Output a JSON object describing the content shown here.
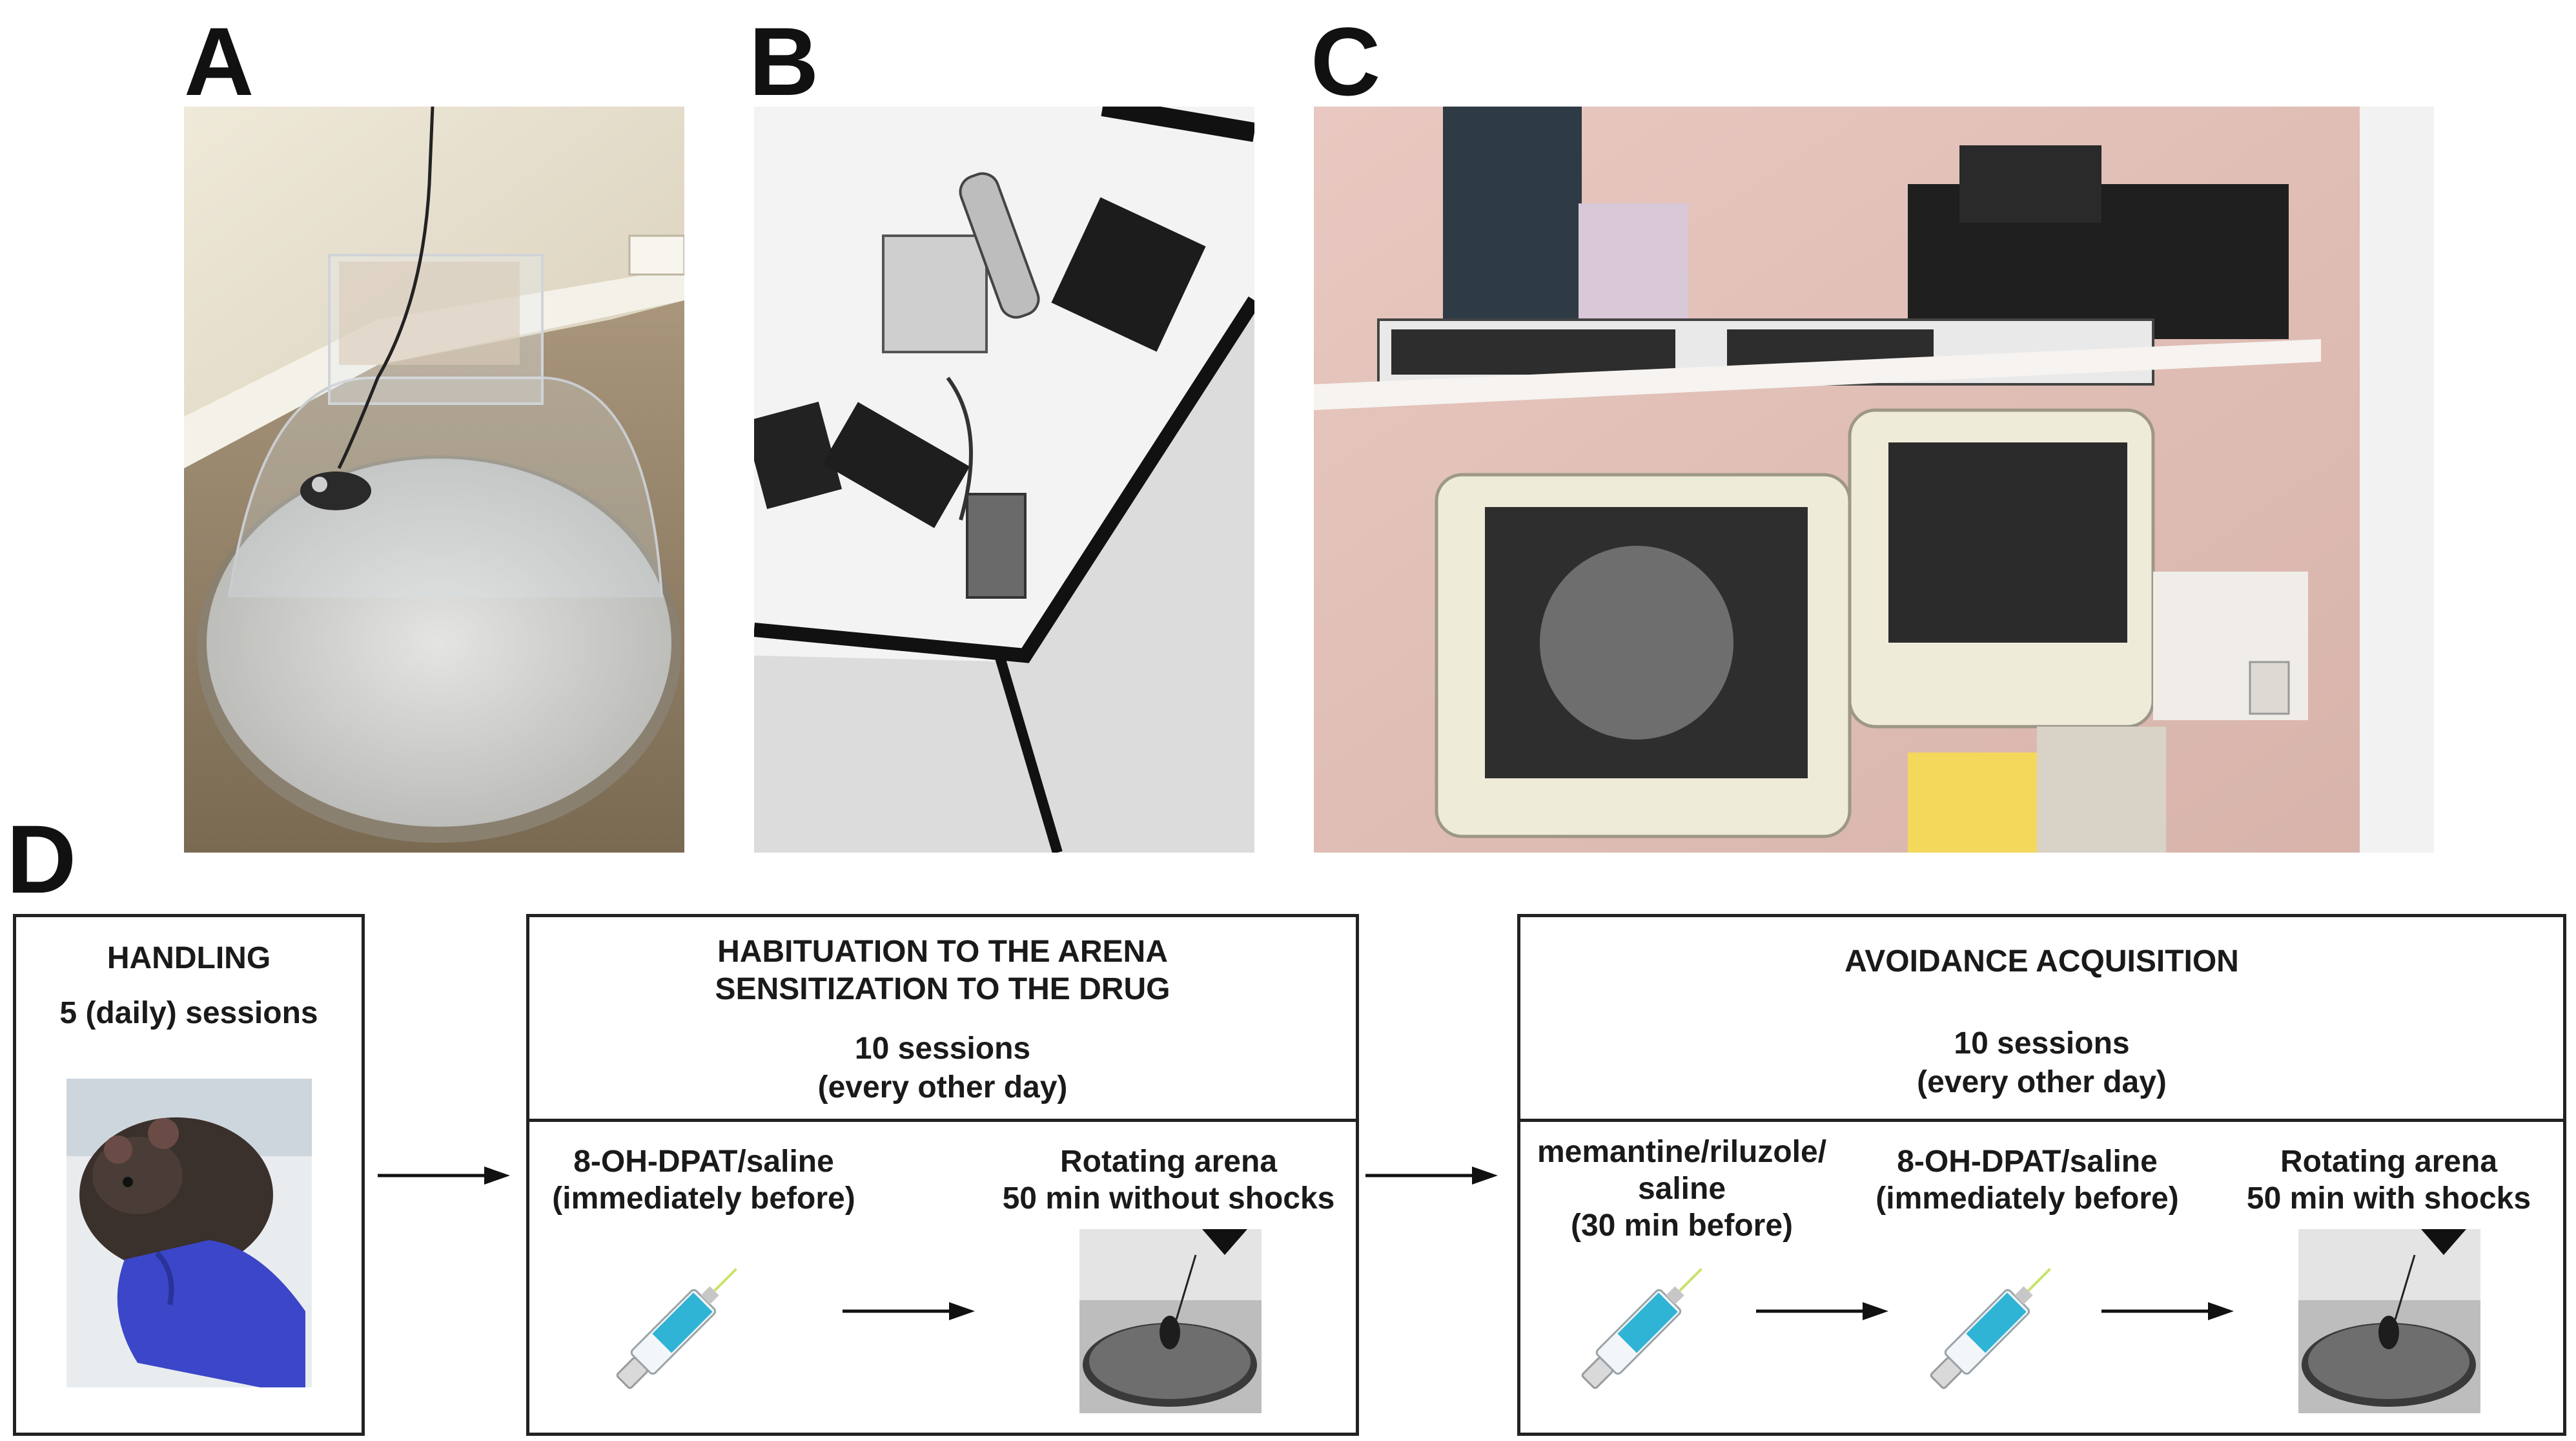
{
  "panels": {
    "a_label": "A",
    "b_label": "B",
    "c_label": "C",
    "d_label": "D"
  },
  "photos": {
    "a": "arena-photo",
    "b": "camera-ceiling-photo",
    "c": "monitors-equipment-photo"
  },
  "diagram": {
    "handling": {
      "title": "HANDLING",
      "sessions": "5 (daily) sessions"
    },
    "habituation": {
      "title_line1": "HABITUATION TO THE ARENA",
      "title_line2": "SENSITIZATION TO THE DRUG",
      "sessions_line1": "10 sessions",
      "sessions_line2": "(every other day)",
      "drug_line1": "8-OH-DPAT/saline",
      "drug_line2": "(immediately before)",
      "arena_line1": "Rotating arena",
      "arena_line2": "50 min without shocks"
    },
    "acquisition": {
      "title": "AVOIDANCE ACQUISITION",
      "sessions_line1": "10 sessions",
      "sessions_line2": "(every other day)",
      "pre_drug_line1": "memantine/riluzole/",
      "pre_drug_line2": "saline",
      "pre_drug_line3": "(30 min before)",
      "drug_line1": "8-OH-DPAT/saline",
      "drug_line2": "(immediately before)",
      "arena_line1": "Rotating arena",
      "arena_line2": "50 min with shocks"
    }
  },
  "colors": {
    "glove": "#3b47c8",
    "syringe_liquid": "#2fb4d6",
    "frame": "#222222"
  }
}
